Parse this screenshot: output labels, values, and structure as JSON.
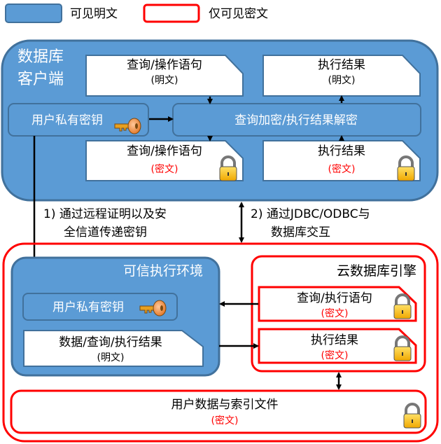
{
  "legend": {
    "plain_label": "可见明文",
    "cipher_label": "仅可见密文"
  },
  "client": {
    "title_line1": "数据库",
    "title_line2": "客户端",
    "query_plain": {
      "title": "查询/操作语句",
      "sub": "(明文)"
    },
    "result_plain": {
      "title": "执行结果",
      "sub": "(明文)"
    },
    "private_key": "用户私有密钥",
    "crypto": "查询加密/执行结果解密",
    "query_cipher": {
      "title": "查询/操作语句",
      "sub": "(密文)"
    },
    "result_cipher": {
      "title": "执行结果",
      "sub": "(密文)"
    }
  },
  "step1": {
    "line1": "1)  通过远程证明以及安",
    "line2": "全信道传递密钥"
  },
  "step2": {
    "line1": "2)  通过JDBC/ODBC与",
    "line2": "数据库交互"
  },
  "tee": {
    "title": "可信执行环境",
    "private_key": "用户私有密钥",
    "data_plain": {
      "title": "数据/查询/执行结果",
      "sub": "(明文)"
    }
  },
  "engine": {
    "title": "云数据库引擎",
    "query_cipher": {
      "title": "查询/执行语句",
      "sub": "(密文)"
    },
    "result_cipher": {
      "title": "执行结果",
      "sub": "(密文)"
    }
  },
  "storage": {
    "title": "用户数据与索引文件",
    "sub": "(密文)"
  },
  "colors": {
    "blue": "#5b9bd5",
    "blue_border": "#41719c",
    "red": "#ff0000"
  }
}
